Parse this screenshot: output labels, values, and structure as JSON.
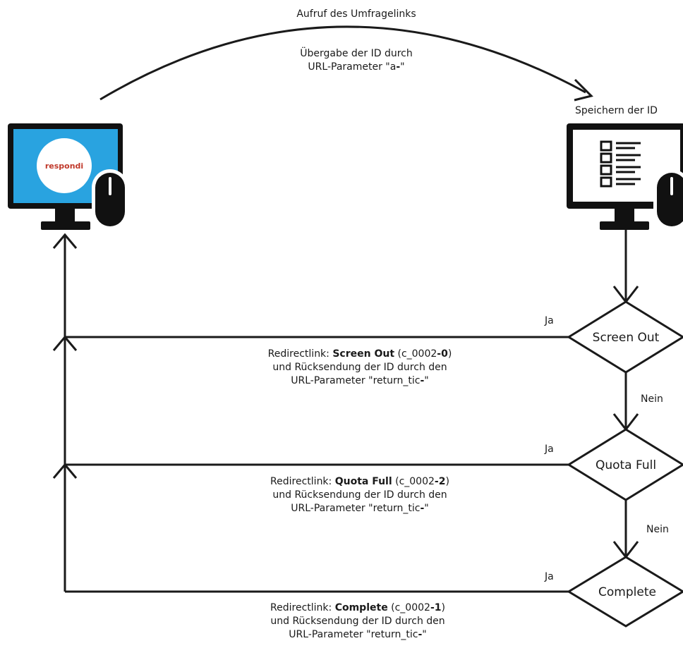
{
  "top": {
    "call_label": "Aufruf des Umfragelinks",
    "pass_line1": "Übergabe der ID durch",
    "pass_line2_prefix": "URL-Parameter \"a",
    "pass_line2_bold": "-",
    "pass_line2_suffix": "\""
  },
  "right_computer": {
    "save_label": "Speichern der ID"
  },
  "left_computer": {
    "logo_text": "respondi"
  },
  "decisions": [
    {
      "label": "Screen Out",
      "yes": "Ja",
      "no": "Nein"
    },
    {
      "label": "Quota Full",
      "yes": "Ja",
      "no": "Nein"
    },
    {
      "label": "Complete",
      "yes": "Ja"
    }
  ],
  "redirects": [
    {
      "prefix": "Redirectlink: ",
      "bold": "Screen Out",
      "code_prefix": " (c_0002",
      "code_bold": "-0",
      "code_suffix": ")",
      "line2": "und Rücksendung der ID durch den",
      "line3_prefix": "URL-Parameter \"return_tic",
      "line3_bold": "-",
      "line3_suffix": "\""
    },
    {
      "prefix": "Redirectlink: ",
      "bold": "Quota Full",
      "code_prefix": " (c_0002",
      "code_bold": "-2",
      "code_suffix": ")",
      "line2": "und Rücksendung der ID durch den",
      "line3_prefix": "URL-Parameter \"return_tic",
      "line3_bold": "-",
      "line3_suffix": "\""
    },
    {
      "prefix": "Redirectlink: ",
      "bold": "Complete",
      "code_prefix": " (c_0002",
      "code_bold": "-1",
      "code_suffix": ")",
      "line2": "und Rücksendung der ID durch den",
      "line3_prefix": "URL-Parameter \"return_tic",
      "line3_bold": "-",
      "line3_suffix": "\""
    }
  ],
  "colors": {
    "line": "#1a1a1a",
    "screen_left": "#29a3e0",
    "screen_right": "#ffffff",
    "logo_text": "#c0392b"
  }
}
